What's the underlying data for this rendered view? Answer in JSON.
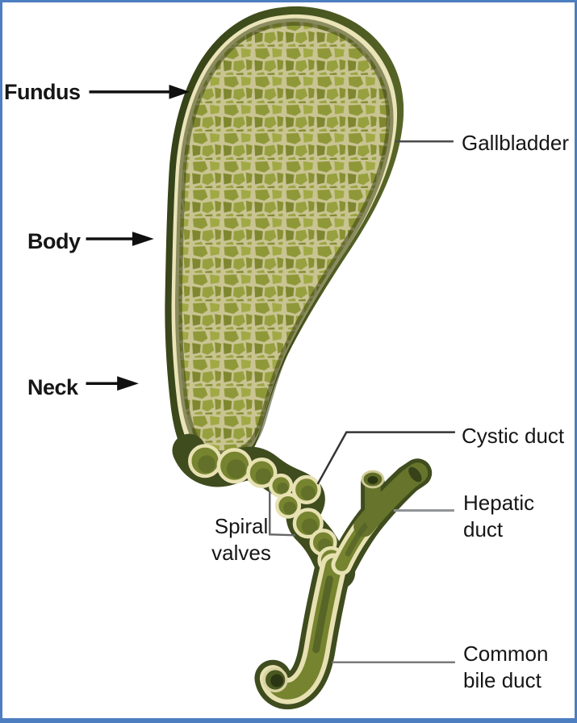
{
  "figure_subject": "Gallbladder",
  "labels": {
    "fundus": "Fundus",
    "body": "Body",
    "neck": "Neck",
    "gallbladder": "Gallbladder",
    "cystic_duct": "Cystic duct",
    "hepatic_duct": "Hepatic duct",
    "spiral_valves": "Spiral valves",
    "common_bile_duct": "Common bile duct"
  },
  "colors": {
    "frame_border_blue": "#4d7ebf",
    "wall_dark_olive": "#3f4c1e",
    "mucosa_cream": "#eae4b8",
    "interior_honeycomb_olive": "#8f9838",
    "duct_olive": "#76842f",
    "arrow_black": "#101010",
    "leader_gray": "#8e9292",
    "background": "#ffffff"
  }
}
